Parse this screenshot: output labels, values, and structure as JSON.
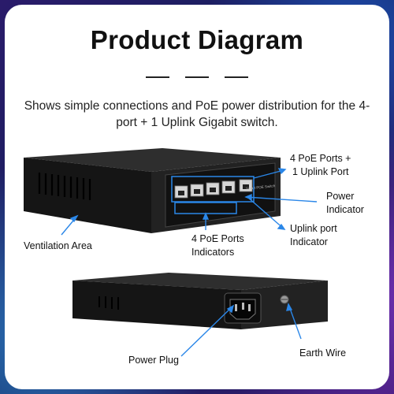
{
  "title": "Product Diagram",
  "subtitle": "Shows simple connections and PoE power distribution for the 4-port + 1 Uplink Gigabit switch.",
  "labels": {
    "ports_line1": "4 PoE Ports +",
    "ports_line2": "1 Uplink Port",
    "power_line1": "Power",
    "power_line2": "Indicator",
    "vent": "Ventilation Area",
    "poe_ind_line1": "4 PoE Ports",
    "poe_ind_line2": "Indicators",
    "uplink_line1": "Uplink port",
    "uplink_line2": "Indicator",
    "plug": "Power Plug",
    "earth": "Earth Wire"
  },
  "device_text": {
    "model": "Smart POE Switch"
  },
  "colors": {
    "arrow": "#2b87e8",
    "device": "#1c1c1c"
  }
}
